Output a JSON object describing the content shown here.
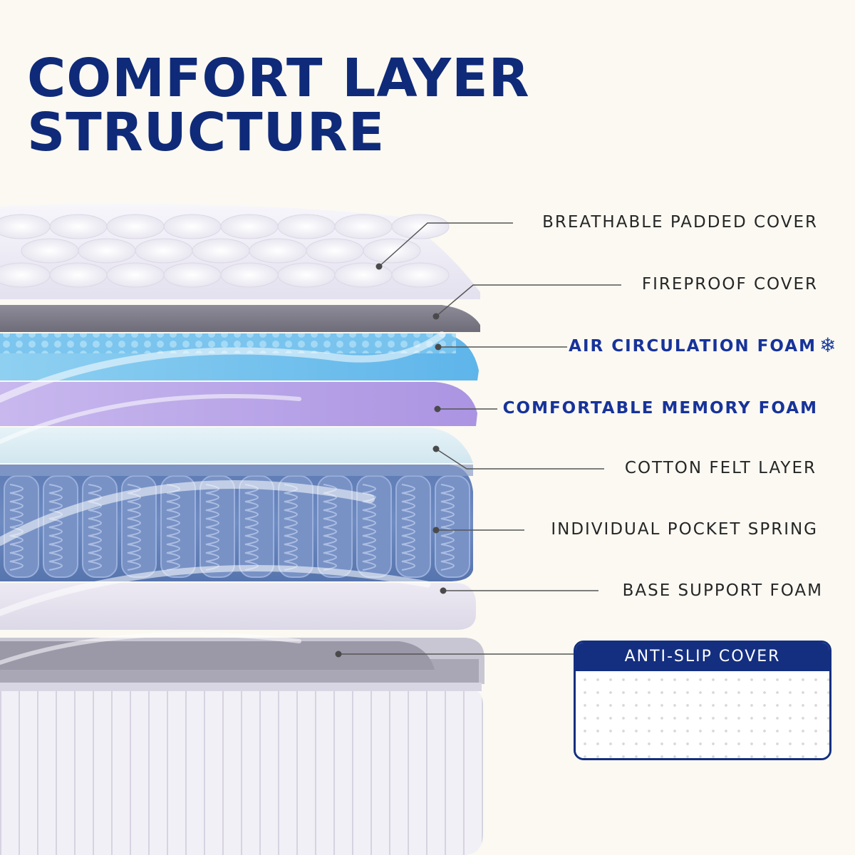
{
  "title": {
    "line1": "COMFORT LAYER",
    "line2": "STRUCTURE"
  },
  "layers": [
    {
      "label": "BREATHABLE PADDED COVER",
      "highlight": false
    },
    {
      "label": "FIREPROOF COVER",
      "highlight": false
    },
    {
      "label": "AIR CIRCULATION FOAM",
      "highlight": true
    },
    {
      "label": "COMFORTABLE MEMORY FOAM",
      "highlight": true
    },
    {
      "label": "COTTON FELT LAYER",
      "highlight": false
    },
    {
      "label": "INDIVIDUAL POCKET SPRING",
      "highlight": false
    },
    {
      "label": "BASE SUPPORT FOAM",
      "highlight": false
    }
  ],
  "inset": {
    "label": "ANTI-SLIP COVER"
  },
  "icons": {
    "cooling": "snowflake-icon"
  },
  "colors": {
    "title": "#0f2a78",
    "highlight": "#17339a",
    "label": "#262626",
    "inset_border": "#142f80"
  }
}
